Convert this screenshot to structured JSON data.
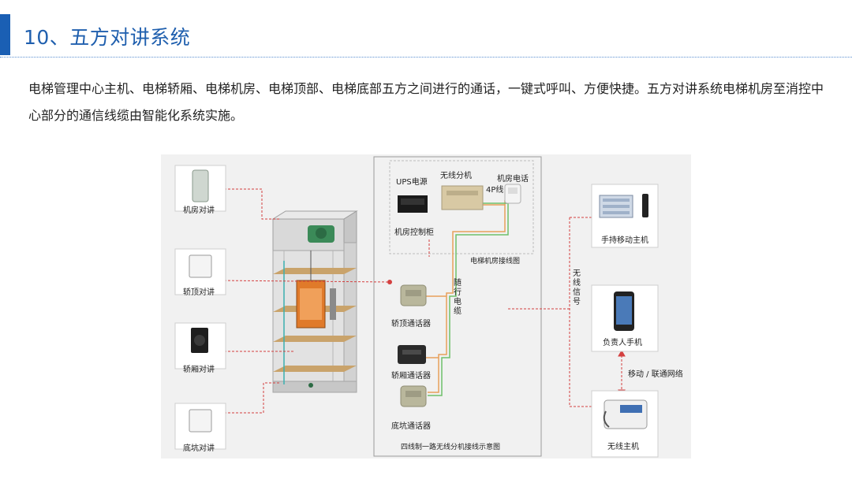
{
  "header": {
    "title": "10、五方对讲系统"
  },
  "description": "电梯管理中心主机、电梯轿厢、电梯机房、电梯顶部、电梯底部五方之间进行的通话，一键式呼叫、方便快捷。五方对讲系统电梯机房至消控中心部分的通信线缆由智能化系统实施。",
  "diagram": {
    "left_devices": [
      {
        "label": "机房对讲"
      },
      {
        "label": "轿顶对讲"
      },
      {
        "label": "轿厢对讲"
      },
      {
        "label": "底坑对讲"
      }
    ],
    "machine_room": {
      "ups_label": "UPS电源",
      "wireless_ext_label": "无线分机",
      "room_phone_label": "机房电话",
      "wire_4p_label": "4P线",
      "control_cabinet_label": "机房控制柜",
      "wiring_caption": "电梯机房接线图"
    },
    "travel_cable_label": "随行电缆",
    "communicators": [
      {
        "label": "轿顶通话器"
      },
      {
        "label": "轿厢通话器"
      },
      {
        "label": "底坑通话器"
      }
    ],
    "wiring_diagram_caption": "四线制一路无线分机接线示意图",
    "wireless_signal_label": "无线信号",
    "right_devices": [
      {
        "label": "手持移动主机"
      },
      {
        "label": "负责人手机"
      },
      {
        "label": "无线主机"
      }
    ],
    "network_label": "移动 / 联通网络",
    "colors": {
      "title_blue": "#1f5fae",
      "accent_blue": "#1a5fb4",
      "signal_red": "#d44040",
      "cable_orange": "#e8a05a",
      "cable_green": "#6fbf6a"
    }
  }
}
